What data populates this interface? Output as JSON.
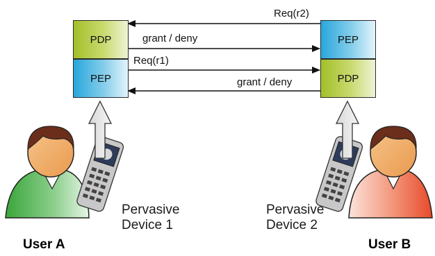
{
  "left_stack": {
    "top": "PDP",
    "bottom": "PEP"
  },
  "right_stack": {
    "top": "PEP",
    "bottom": "PDP"
  },
  "messages": {
    "req_r2": "Req(r2)",
    "grant_deny_1": "grant / deny",
    "req_r1": "Req(r1)",
    "grant_deny_2": "grant / deny"
  },
  "devices": {
    "left": {
      "line1": "Pervasive",
      "line2": "Device 1"
    },
    "right": {
      "line1": "Pervasive",
      "line2": "Device 2"
    }
  },
  "users": {
    "left": "User A",
    "right": "User B"
  },
  "colors": {
    "pdp": "#a3bf2a",
    "pep": "#28a7dc",
    "user_a_body": "#3aa63a",
    "user_b_body": "#e84a2a",
    "skin": "#f4b46e",
    "hair": "#6b2e1a"
  }
}
